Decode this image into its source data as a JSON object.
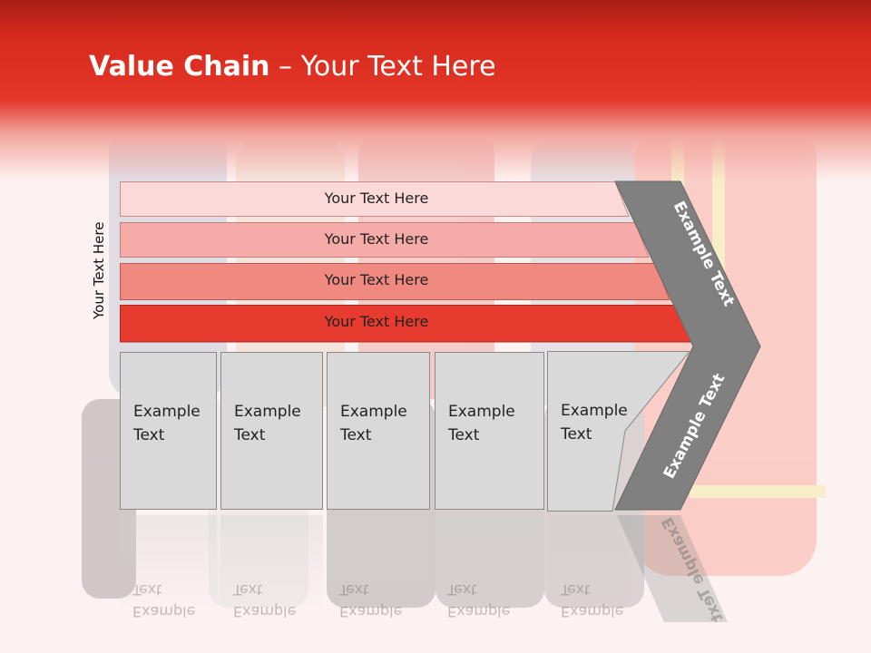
{
  "title": {
    "bold": "Value Chain",
    "rest": " – Your Text Here"
  },
  "side_label": "Your Text Here",
  "tiers": [
    {
      "label": "Your Text Here",
      "color": "#fbd9d9"
    },
    {
      "label": "Your Text Here",
      "color": "#f5aca8"
    },
    {
      "label": "Your Text Here",
      "color": "#f08a80"
    },
    {
      "label": "Your Text Here",
      "color": "#e63b2e"
    }
  ],
  "boxes": [
    {
      "line1": "Example",
      "line2": "Text"
    },
    {
      "line1": "Example",
      "line2": "Text"
    },
    {
      "line1": "Example",
      "line2": "Text"
    },
    {
      "line1": "Example",
      "line2": "Text"
    },
    {
      "line1": "Example",
      "line2": "Text"
    }
  ],
  "chevron": {
    "upper": "Example Text",
    "lower": "Example Text",
    "color": "#808080"
  },
  "reflections": {
    "word1": "Example",
    "word2": "Text"
  }
}
